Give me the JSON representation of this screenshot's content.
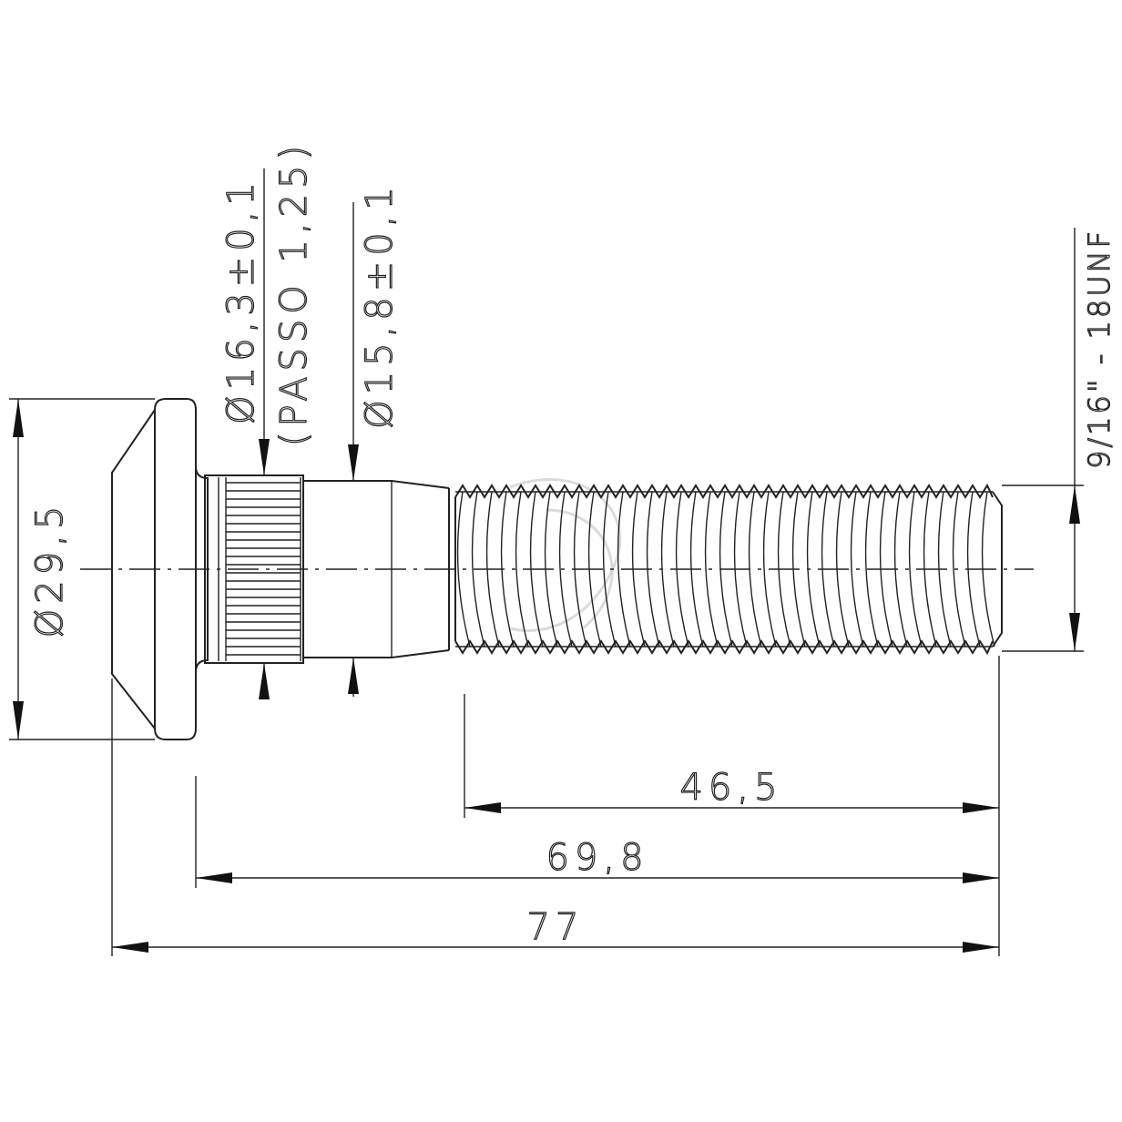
{
  "drawing": {
    "part": "wheel-stud",
    "dimensions": {
      "head_diameter": "Ø29,5",
      "knurl_diameter": "Ø16,3±0,1",
      "knurl_pitch": "(PASSO 1,25)",
      "shank_diameter": "Ø15,8±0,1",
      "thread_spec": "9/16\" - 18UNF",
      "thread_length": "46,5",
      "under_head_length": "69,8",
      "overall_length": "77"
    },
    "colors": {
      "line": "#222222",
      "background": "#ffffff",
      "watermark": "#cccccc"
    }
  }
}
